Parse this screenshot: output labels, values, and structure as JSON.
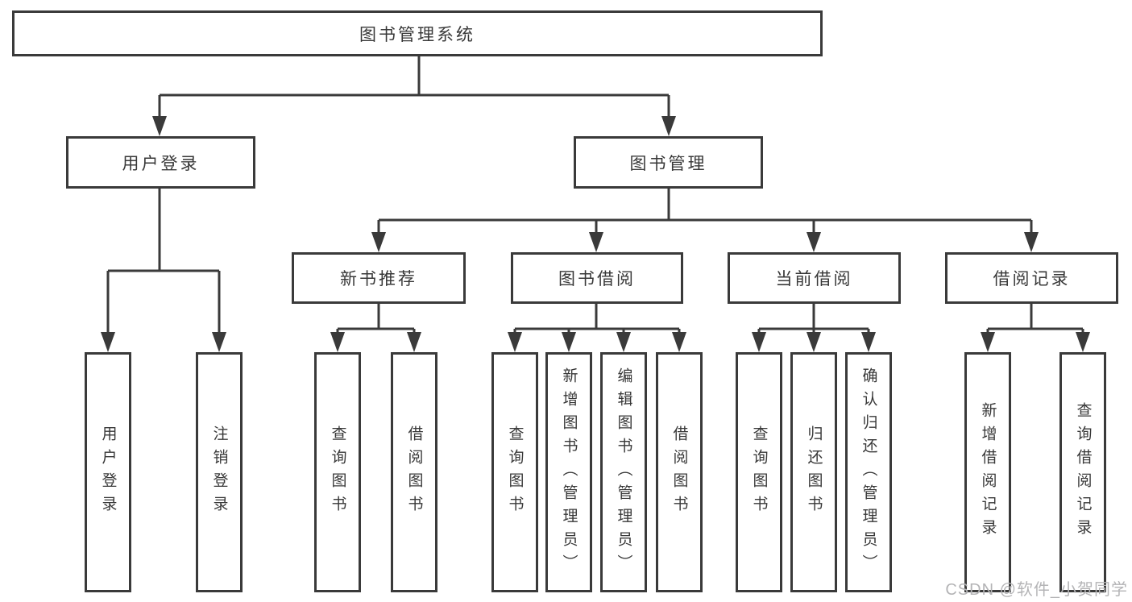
{
  "diagram_title": "图书管理系统",
  "tree": {
    "label": "图书管理系统",
    "children": [
      {
        "label": "用户登录",
        "children": [
          {
            "label": "用户登录"
          },
          {
            "label": "注销登录"
          }
        ]
      },
      {
        "label": "图书管理",
        "children": [
          {
            "label": "新书推荐",
            "children": [
              {
                "label": "查询图书"
              },
              {
                "label": "借阅图书"
              }
            ]
          },
          {
            "label": "图书借阅",
            "children": [
              {
                "label": "查询图书"
              },
              {
                "label": "新增图书（管理员）"
              },
              {
                "label": "编辑图书（管理员）"
              },
              {
                "label": "借阅图书"
              }
            ]
          },
          {
            "label": "当前借阅",
            "children": [
              {
                "label": "查询图书"
              },
              {
                "label": "归还图书"
              },
              {
                "label": "确认归还（管理员）"
              }
            ]
          },
          {
            "label": "借阅记录",
            "children": [
              {
                "label": "新增借阅记录"
              },
              {
                "label": "查询借阅记录"
              }
            ]
          }
        ]
      }
    ]
  },
  "watermark": {
    "text": "CSDN @软件_小贺同学"
  },
  "colors": {
    "line": "#3a3a3a",
    "text": "#383838",
    "watermark": "#b4b4b6",
    "background": "#ffffff"
  }
}
